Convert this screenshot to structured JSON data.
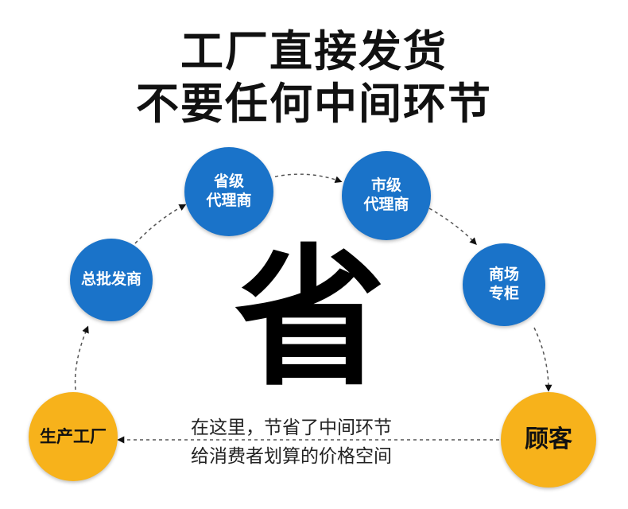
{
  "title": {
    "line1": "工厂直接发货",
    "line2": "不要任何中间环节"
  },
  "flow_nodes": {
    "factory": {
      "label": "生产工厂",
      "color": "#f7b21b"
    },
    "wholesale": {
      "label": "总批发商",
      "color": "#1a73c9"
    },
    "provincial": {
      "line1": "省级",
      "line2": "代理商",
      "color": "#1a73c9"
    },
    "city": {
      "line1": "市级",
      "line2": "代理商",
      "color": "#1a73c9"
    },
    "mall": {
      "line1": "商场",
      "line2": "专柜",
      "color": "#1a73c9"
    },
    "customer": {
      "label": "顾客",
      "color": "#f7b21b"
    }
  },
  "center_char": "省",
  "savings_note": {
    "line1": "在这里，节省了中间环节",
    "line2": "给消费者划算的价格空间"
  }
}
